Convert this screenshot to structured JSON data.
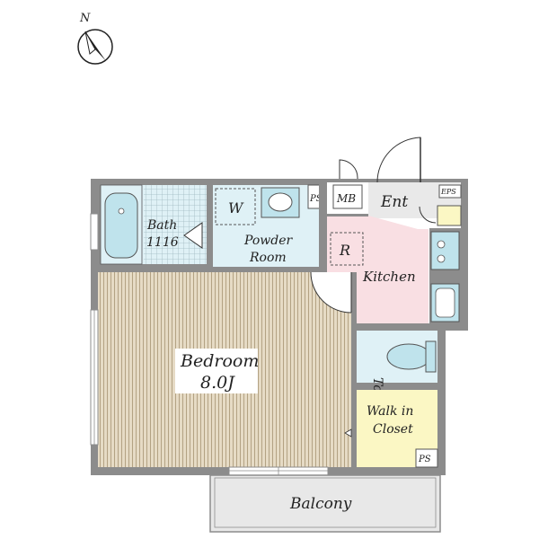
{
  "compass": {
    "north_label": "N"
  },
  "rooms": {
    "bath": {
      "name": "Bath",
      "size": "1116"
    },
    "powder": {
      "line1": "Powder",
      "line2": "Room",
      "washer": "W"
    },
    "ps_top": "PS",
    "mb": "MB",
    "entrance": "Ent",
    "eps": "EPS",
    "kitchen": "Kitchen",
    "refrigerator": "R",
    "toilet": "Toilet",
    "bedroom": {
      "name": "Bedroom",
      "size": "8.0J"
    },
    "closet": {
      "line1": "Walk in",
      "line2": "Closet"
    },
    "ps_bottom": "PS",
    "balcony": "Balcony"
  },
  "colors": {
    "wall": "#8c8c8c",
    "bath_floor": "#dff1f6",
    "bath_tile": "#9fb9c0",
    "powder_floor": "#dff1f6",
    "kitchen_floor": "#f9dfe3",
    "bedroom_floor": "#e6dbc5",
    "bedroom_stripe": "#b3a283",
    "closet_floor": "#fbf7c4",
    "entrance_floor": "#e9e9e9",
    "balcony_floor": "#e8e8e8",
    "fixture": "#bfe3ec"
  }
}
